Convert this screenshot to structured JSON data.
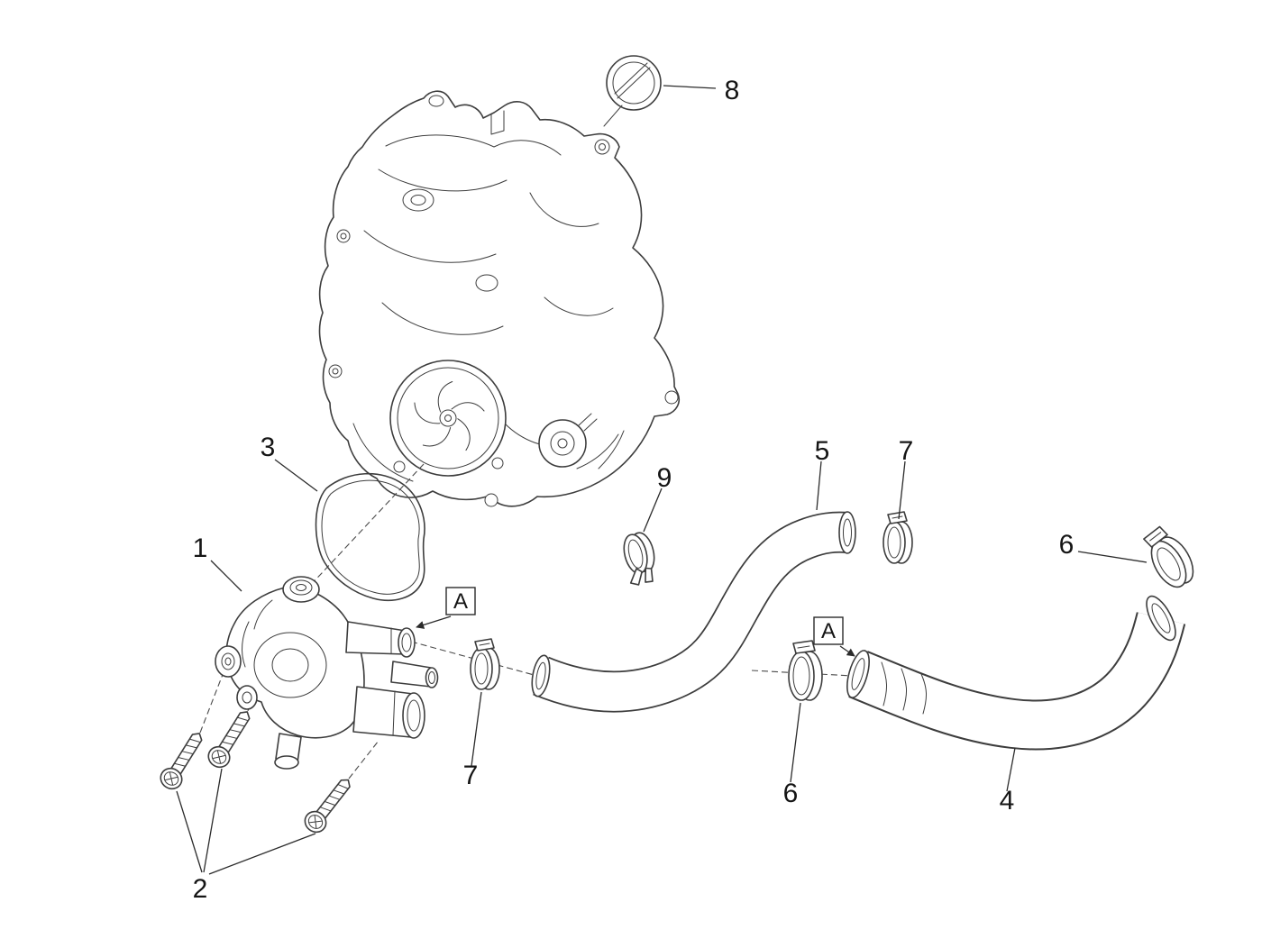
{
  "diagram": {
    "type": "exploded-parts-diagram",
    "background": "#ffffff",
    "line_color": "#3d3d3d",
    "label_color": "#151515",
    "labels": {
      "part1": "1",
      "part2": "2",
      "part3": "3",
      "part4": "4",
      "part5": "5",
      "part6_left": "6",
      "part6_right": "6",
      "part7_left": "7",
      "part7_right": "7",
      "part8": "8",
      "part9": "9",
      "detail_a_left": "A",
      "detail_a_right": "A"
    }
  }
}
